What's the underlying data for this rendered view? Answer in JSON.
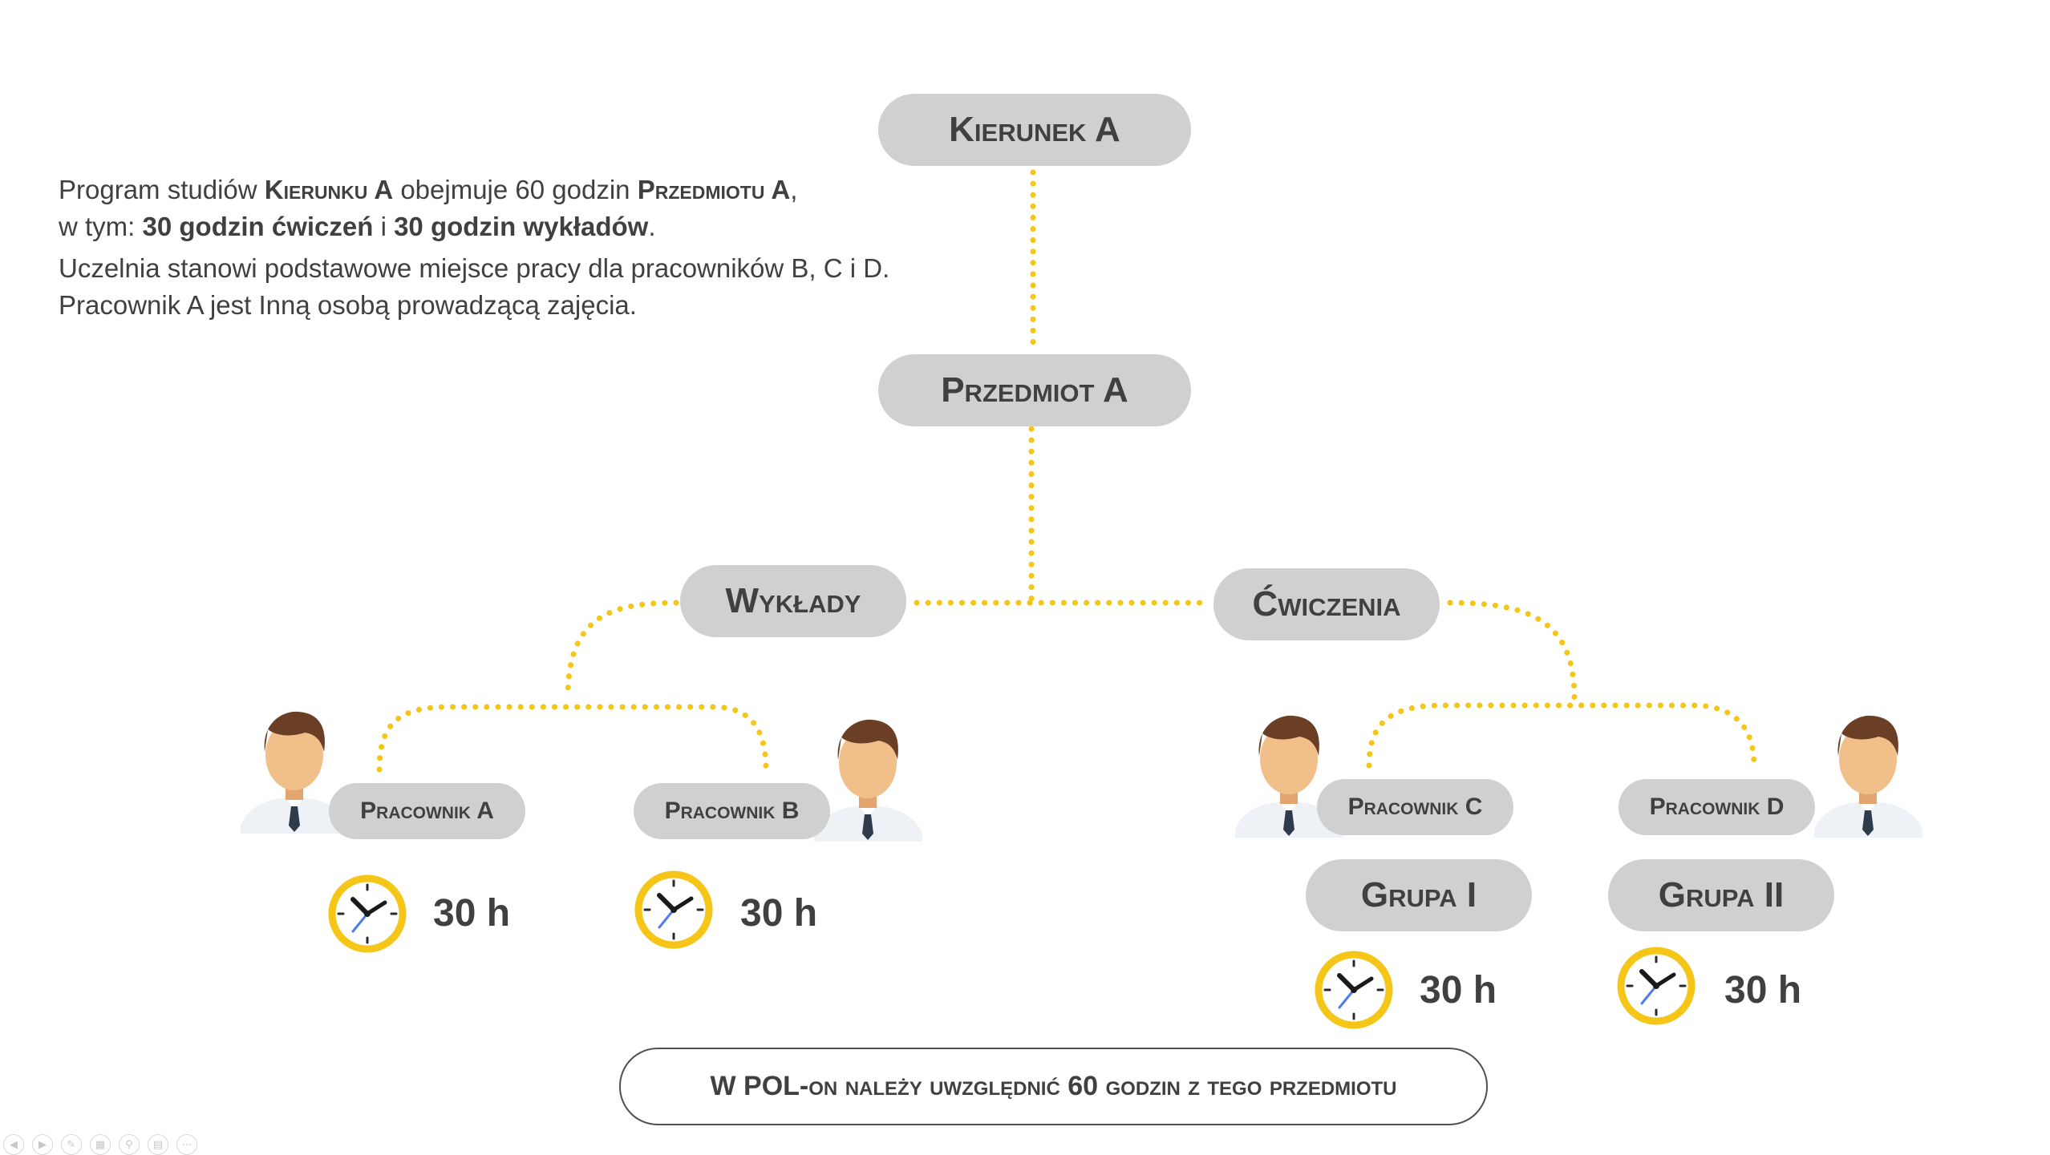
{
  "nodes": {
    "kierunek": "Kierunek A",
    "przedmiot": "Przedmiot A",
    "wyklady": "Wykłady",
    "cwiczenia": "Ćwiczenia",
    "pracownik_a": "Pracownik A",
    "pracownik_b": "Pracownik B",
    "pracownik_c": "Pracownik C",
    "pracownik_d": "Pracownik D",
    "grupa_1": "Grupa I",
    "grupa_2": "Grupa II"
  },
  "description": {
    "line1_a": "Program studiów ",
    "line1_b": "Kierunku A",
    "line1_c": " obejmuje 60 godzin ",
    "line1_d": "Przedmiotu A",
    "line1_e": ",",
    "line2_a": "w tym: ",
    "line2_b": "30 godzin ćwiczeń",
    "line2_c": " i ",
    "line2_d": "30 godzin wykładów",
    "line2_e": ".",
    "line3": "Uczelnia stanowi podstawowe miejsce pracy dla pracowników B, C i D.",
    "line4": "Pracownik A jest Inną osobą prowadzącą zajęcia."
  },
  "hours": {
    "a": "30 h",
    "b": "30 h",
    "c": "30 h",
    "d": "30 h"
  },
  "note": "W POL-on należy uwzględnić 60 godzin z tego przedmiotu",
  "colors": {
    "pill": "#d0d0d0",
    "text": "#404040",
    "connector": "#f5c518",
    "clock_ring": "#f5c518"
  },
  "toolbar_icons": [
    "prev-icon",
    "next-icon",
    "pen-icon",
    "slides-icon",
    "zoom-icon",
    "subtitles-icon",
    "more-icon"
  ]
}
